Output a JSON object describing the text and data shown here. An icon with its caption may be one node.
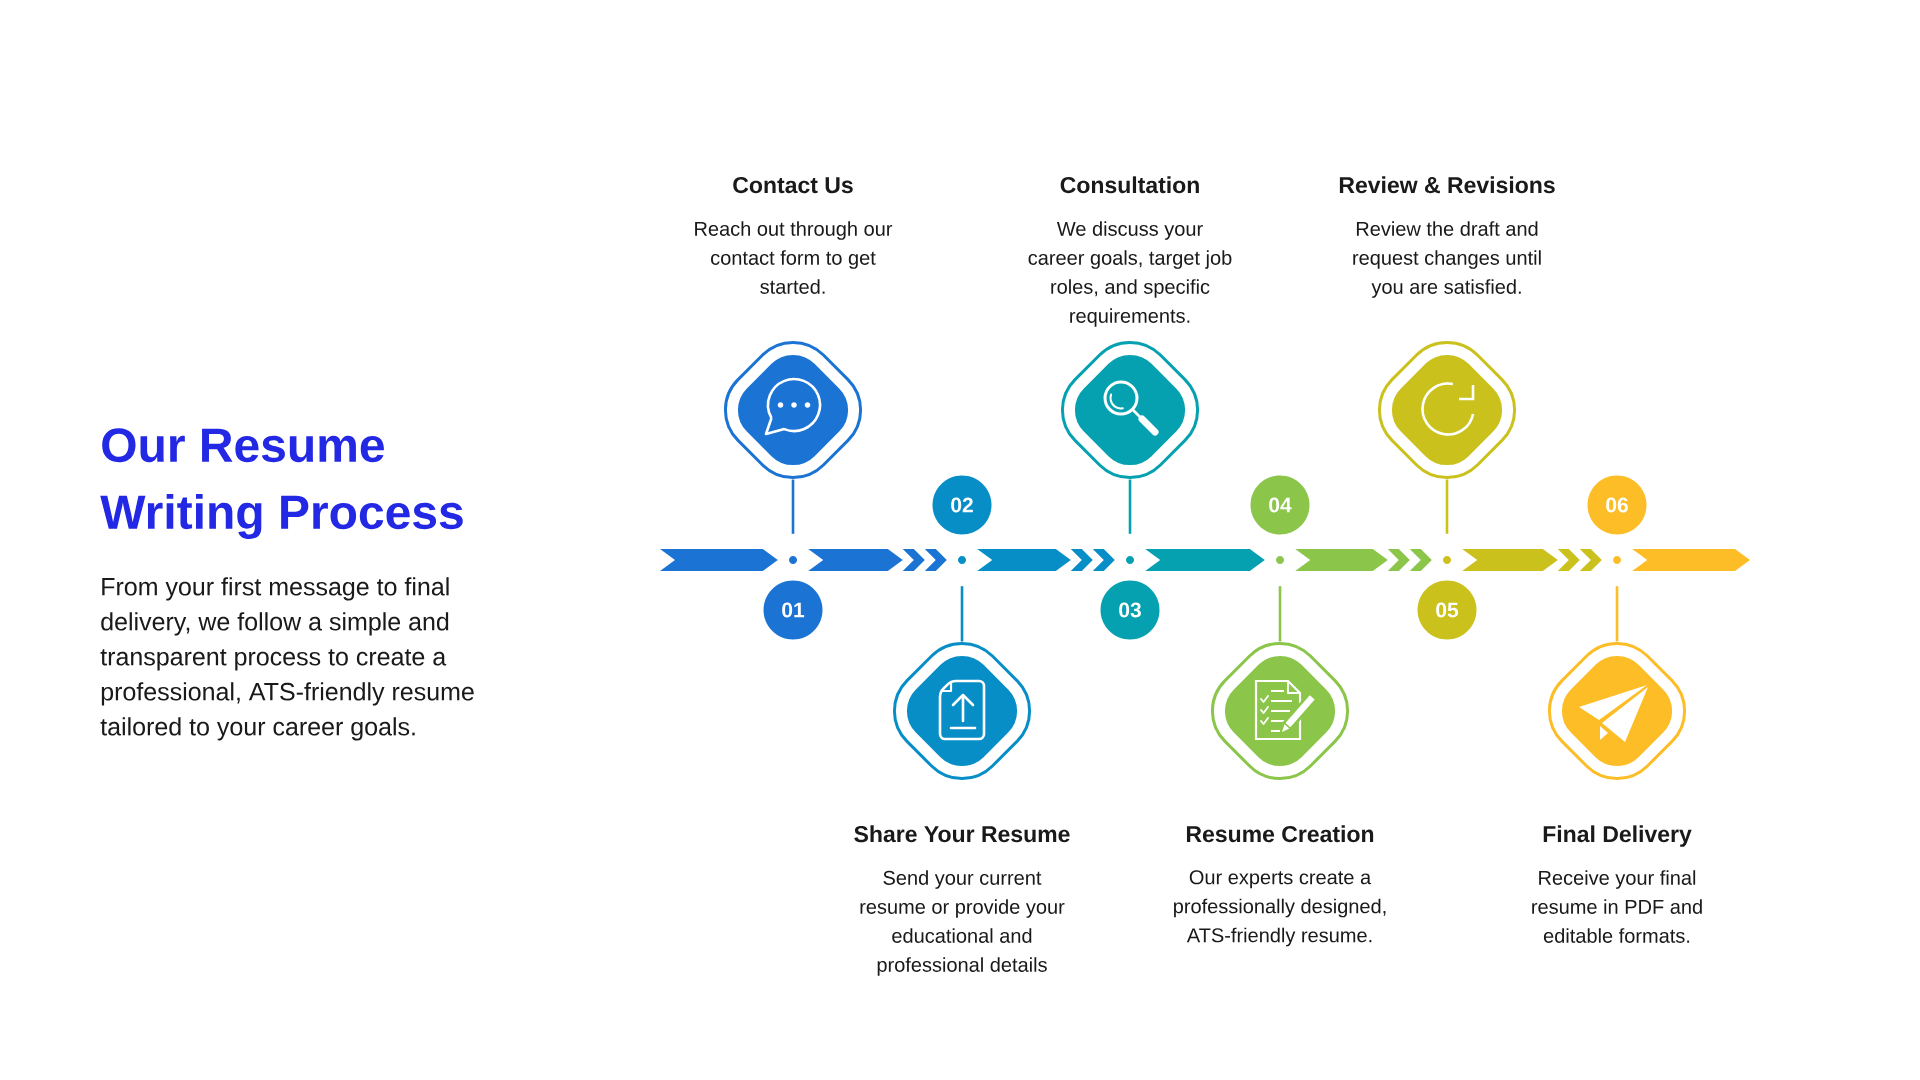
{
  "diagram": {
    "title": "Our Resume Writing Process",
    "nodes": [
      {
        "text": [
          "Contact Us",
          "Reach out through our contact form to get started."
        ]
      },
      {
        "text": [
          "01"
        ]
      },
      {
        "text": [],
        "shape": "circle"
      },
      {
        "text": [
          "Share Your Resume",
          "Send your current resume or provide your educational and professional details"
        ]
      },
      {
        "text": [
          "02"
        ]
      },
      {
        "text": [],
        "shape": "circle"
      },
      {
        "text": [
          "Consultation",
          "We discuss your career goals, target job roles, and specific requirements."
        ]
      },
      {
        "text": [
          "03"
        ]
      },
      {
        "text": [],
        "shape": "circle"
      },
      {
        "text": [
          "Resume Creation",
          "Our experts create a professionally designed, ATS-friendly resume."
        ]
      },
      {
        "text": [
          "04"
        ]
      },
      {
        "text": [],
        "shape": "circle"
      },
      {
        "text": [
          "Review & Revisions",
          "Review the draft and request changes until you are satisfied."
        ]
      },
      {
        "text": [
          "05"
        ]
      },
      {
        "text": [],
        "shape": "circle"
      },
      {
        "text": [
          "Final Delivery",
          "Receive your final resume in PDF and editable formats."
        ]
      },
      {
        "text": [
          "06"
        ]
      },
      {
        "text": [],
        "shape": "circle"
      }
    ],
    "edges": [
      {
        "from": null,
        "to": 2,
        "arrow": "to",
        "color": "#1b74d4"
      },
      {
        "from": 2,
        "to": 5,
        "arrow": "to",
        "color": "#1b74d4"
      },
      {
        "from": 5,
        "to": 8,
        "arrow": "to",
        "color": "#078ec7"
      },
      {
        "from": 8,
        "to": 11,
        "arrow": "to",
        "color": "#05a1b0"
      },
      {
        "from": 11,
        "to": 14,
        "arrow": "to",
        "color": "#8bc54a"
      },
      {
        "from": 14,
        "to": 17,
        "arrow": "to",
        "color": "#cbc11d"
      },
      {
        "from": 17,
        "to": null,
        "arrow": "to",
        "color": "#fdbd27"
      },
      {
        "from": 0,
        "to": 2,
        "arrow": "none",
        "color": "#1b74d4"
      },
      {
        "from": 3,
        "to": 5,
        "arrow": "none",
        "color": "#078ec7"
      },
      {
        "from": 6,
        "to": 8,
        "arrow": "none",
        "color": "#05a1b0"
      },
      {
        "from": 9,
        "to": 11,
        "arrow": "none",
        "color": "#8bc54a"
      },
      {
        "from": 12,
        "to": 14,
        "arrow": "none",
        "color": "#cbc11d"
      },
      {
        "from": 15,
        "to": 17,
        "arrow": "none",
        "color": "#fdbd27"
      }
    ],
    "labels": [
      "From your first message to final delivery, we follow a simple and transparent process to create a professional, ATS-friendly resume tailored to your career goals."
    ]
  }
}
